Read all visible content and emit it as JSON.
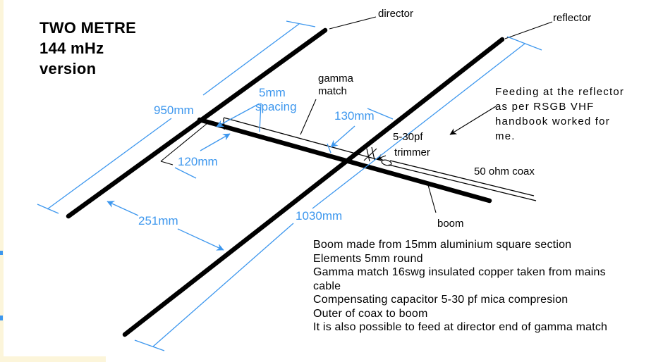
{
  "title": {
    "line1": "TWO METRE",
    "line2": "144 mHz",
    "line3": "version"
  },
  "labels": {
    "director": "director",
    "reflector": "reflector",
    "gamma_match_line1": "gamma",
    "gamma_match_line2": "match",
    "trimmer_line1": "5-30pf",
    "trimmer_line2": "trimmer",
    "coax": "50 ohm coax",
    "boom": "boom"
  },
  "dimensions": {
    "director_length": "950mm",
    "spacing_line1": "5mm",
    "spacing_line2": "spacing",
    "gamma_start_offset": "120mm",
    "gamma_length": "130mm",
    "element_spacing": "251mm",
    "reflector_length": "1030mm"
  },
  "feeding_note": {
    "lines": [
      "Feeding at the reflector",
      "as per RSGB VHF",
      "handbook worked for",
      "me."
    ]
  },
  "notes": [
    "Boom made from 15mm aluminium square section",
    "Elements 5mm round",
    "Gamma match 16swg insulated copper taken from mains",
    "cable",
    "Compensating capacitor 5-30 pf mica compresion",
    "Outer of coax to boom",
    "It is also possible to feed at director end of gamma match"
  ],
  "colors": {
    "dimension_blue": "#3d97ee",
    "line_black": "#000000",
    "page_edge_cream": "#fcf5da"
  }
}
